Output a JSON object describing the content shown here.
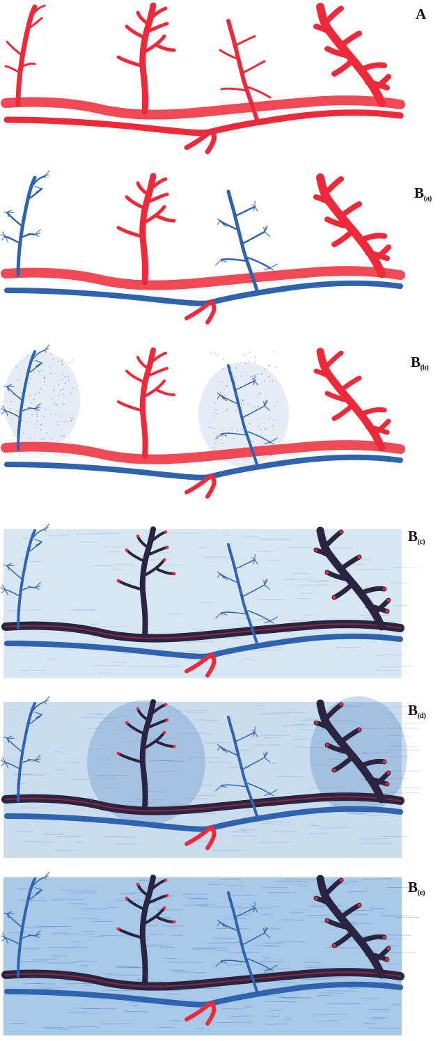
{
  "panels": [
    {
      "id": "A",
      "letter": "A",
      "sub": "",
      "bg": "none",
      "stain": []
    },
    {
      "id": "Ba",
      "letter": "B",
      "sub": "(a)",
      "bg": "none",
      "stain": [],
      "blue_branches": [
        "left",
        "mid"
      ]
    },
    {
      "id": "Bb",
      "letter": "B",
      "sub": "(b)",
      "bg": "none",
      "stain": [
        "left",
        "mid"
      ],
      "blue_branches": [
        "left",
        "mid"
      ]
    },
    {
      "id": "Bc",
      "letter": "B",
      "sub": "(c)",
      "bg": "light",
      "stain": [],
      "blue_branches": [
        "left",
        "mid"
      ],
      "dark_branches": [
        "center",
        "right"
      ]
    },
    {
      "id": "Bd",
      "letter": "B",
      "sub": "(d)",
      "bg": "medium",
      "stain": [
        "center",
        "right"
      ],
      "blue_branches": [
        "left",
        "mid"
      ],
      "dark_branches": [
        "center",
        "right"
      ]
    },
    {
      "id": "Be",
      "letter": "B",
      "sub": "(e)",
      "bg": "dense",
      "stain": [],
      "blue_branches": [
        "left",
        "mid"
      ],
      "dark_branches": [
        "center",
        "right"
      ]
    }
  ],
  "colors": {
    "artery": "#ee2a3a",
    "vein": "#2f63b0",
    "dark_vessel": "#2b2440",
    "bg_light": "#c9ddef",
    "bg_medium": "#b7d1ea",
    "bg_dense": "#8ab6de",
    "label": "#111111"
  }
}
